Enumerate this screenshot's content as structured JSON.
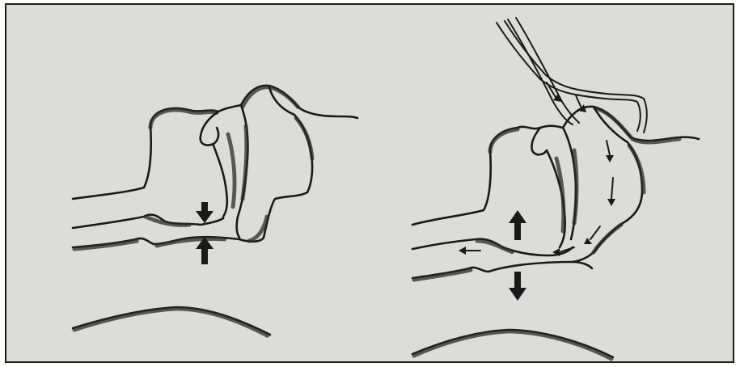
{
  "figure": {
    "background_color": "#dcdcd8",
    "line_color": "#1a1a1a",
    "panels": [
      {
        "id": "left",
        "arrows": [
          {
            "direction": "down",
            "icon": "arrow-down-icon"
          },
          {
            "direction": "up",
            "icon": "arrow-up-icon"
          }
        ]
      },
      {
        "id": "right",
        "arrows": [
          {
            "direction": "up",
            "icon": "arrow-up-icon"
          },
          {
            "direction": "down",
            "icon": "arrow-down-icon"
          }
        ],
        "has_tube": true,
        "small_flow_arrows": 7
      }
    ]
  }
}
